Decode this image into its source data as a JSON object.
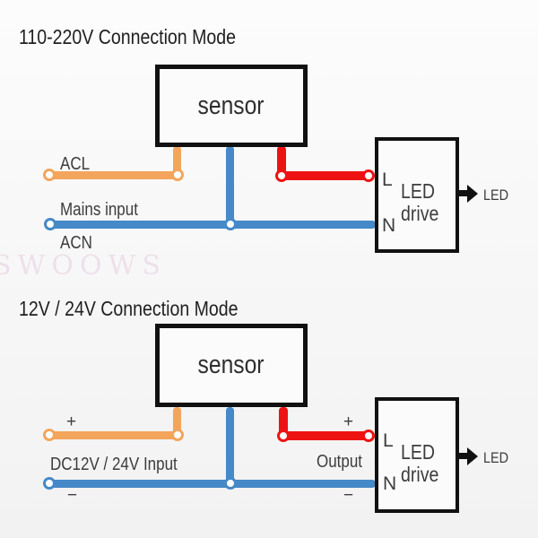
{
  "watermark": "SWOOWS",
  "colors": {
    "orange": "#F3A55C",
    "blue": "#4589C8",
    "red": "#EE1313",
    "ink": "#111111",
    "label": "#3C3C3C",
    "title": "#1F1F1F",
    "watermark_pink": "#EDE0EA",
    "bg_top": "#FCFCFC",
    "bg_bottom": "#F2F2F2",
    "box_fill": "#FBFBFB"
  },
  "d1": {
    "title": "110-220V Connection Mode",
    "sensor": "sensor",
    "acl": "ACL",
    "mains": "Mains input",
    "acn": "ACN",
    "terminal_l": "L",
    "terminal_n": "N",
    "drive_line1": "LED",
    "drive_line2": "drive",
    "led_out": "LED"
  },
  "d2": {
    "title": "12V / 24V Connection Mode",
    "sensor": "sensor",
    "plus_left": "+",
    "minus_left": "−",
    "input": "DC12V / 24V Input",
    "plus_right": "+",
    "minus_right": "−",
    "output": "Output",
    "terminal_l": "L",
    "terminal_n": "N",
    "drive_line1": "LED",
    "drive_line2": "drive",
    "led_out": "LED"
  }
}
